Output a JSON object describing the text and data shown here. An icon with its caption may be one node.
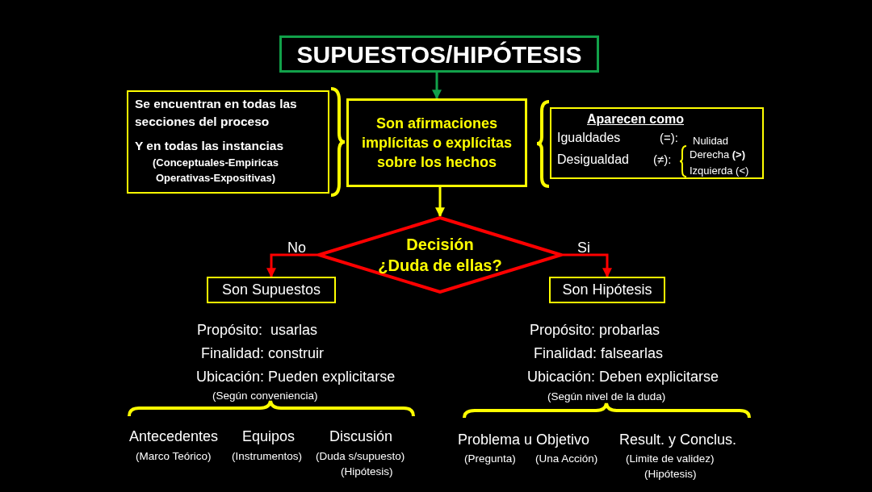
{
  "diagram": {
    "nodes": [
      {
        "text": [
          "SUPUESTOS/HIPÓTESIS"
        ]
      },
      {
        "text": [
          "Se encuentran en todas las secciones del proceso",
          "Y en todas las instancias",
          "(Conceptuales-Empiricas Operativas-Expositivas)"
        ]
      },
      {
        "text": [
          "Son afirmaciones implícitas o explícitas sobre los hechos"
        ]
      },
      {
        "text": [
          "Aparecen como",
          "Igualdades",
          "(=):",
          "Nulidad",
          "Desigualdad",
          "(≠):",
          "Derecha **(>)**",
          "Izquierda (<)"
        ]
      },
      {
        "text": [
          "Decisión",
          "¿Duda de ellas?"
        ]
      },
      {
        "text": [
          "Son Supuestos"
        ]
      },
      {
        "text": [
          "Son Hipótesis"
        ]
      }
    ],
    "edges": [
      {
        "from": 0,
        "to": 2,
        "arrow": "to",
        "color": "#12a14a"
      },
      {
        "from": 2,
        "to": 4,
        "arrow": "to",
        "color": "#ffff00"
      },
      {
        "from": 4,
        "to": 5,
        "arrow": "to",
        "label": "No",
        "color": "#ff0000"
      },
      {
        "from": 4,
        "to": 6,
        "arrow": "to",
        "label": "Si",
        "color": "#ff0000"
      }
    ],
    "labels": [
      "Propósito:  usarlas",
      "Finalidad: construir",
      "Ubicación: Pueden explicitarse",
      "(Según conveniencia)",
      "Antecedentes",
      "(Marco Teórico)",
      "Equipos",
      "(Instrumentos)",
      "Discusión",
      "(Duda s/supuesto)",
      "(Hipótesis)",
      "Propósito: probarlas",
      "Finalidad: falsearlas",
      "Ubicación: Deben explicitarse",
      "(Según nivel de la duda)",
      "Problema u Objetivo",
      "(Pregunta)",
      "(Una Acción)",
      "Result. y Conclus.",
      "(Limite de validez)",
      "(Hipótesis)"
    ]
  }
}
